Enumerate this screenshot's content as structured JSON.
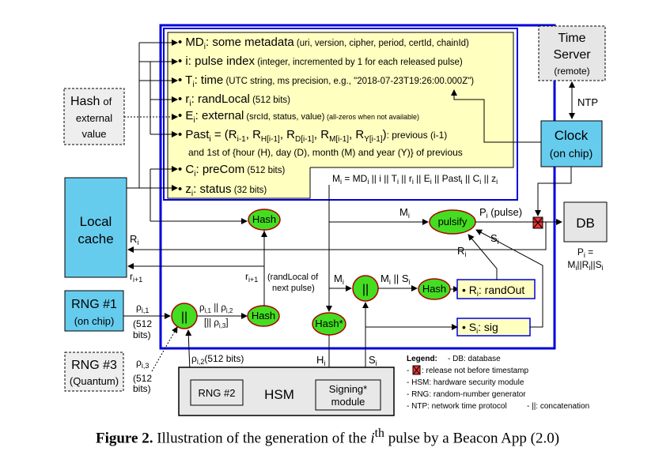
{
  "caption": {
    "label": "Figure 2.",
    "prefix": "Illustration of the generation of the",
    "var": "i",
    "sup": "th",
    "suffix": "pulse by a Beacon App (2.0)"
  },
  "fields": [
    {
      "sym": "MD",
      "sub": "i",
      "name": ": some metadata",
      "desc": " (uri, version, cipher, period, certId, chainId)"
    },
    {
      "sym": "i",
      "sub": "",
      "name": ": pulse index",
      "desc": " (integer, incremented by 1 for each released pulse)"
    },
    {
      "sym": "T",
      "sub": "i",
      "name": ": time",
      "desc": " (UTC string, ms precision, e.g., \"2018-07-23T19:26:00.000Z\")"
    },
    {
      "sym": "r",
      "sub": "i",
      "name": ": randLocal",
      "desc": " (512 bits)"
    },
    {
      "sym": "E",
      "sub": "i",
      "name": ": external",
      "desc": " (srcId, status, value)",
      "desc2": " (all-zeros when not available)"
    },
    {
      "sym": "C",
      "sub": "i",
      "name": ": preCom",
      "desc": " (512 bits)"
    },
    {
      "sym": "z",
      "sub": "i",
      "name": ": status",
      "desc": " (32 bits)"
    }
  ],
  "past": {
    "sym": "Past",
    "sub": "i",
    "eq": " = (R",
    "terms": [
      "i-1",
      "H[i-1]",
      "D[i-1]",
      "M[i-1]",
      "Y[i-1]"
    ],
    "tail": ": previous (i-1)",
    "line2": "and 1st of {hour (H), day (D), month (M) and year (Y)} of previous"
  },
  "m_equation": "M",
  "m_equation_rest": " = MD",
  "m_equation_tail": " || i || T",
  "m_parts": [
    " || r",
    " || E",
    " || Past",
    " || C",
    " || z"
  ],
  "boxes": {
    "time_server": [
      "Time",
      "Server",
      "(remote)"
    ],
    "ntp": "NTP",
    "clock": [
      "Clock",
      "(on chip)"
    ],
    "hash_external": [
      "Hash",
      "of",
      "external",
      "value"
    ],
    "local_cache": [
      "Local",
      "cache"
    ],
    "rng1": [
      "RNG #1",
      "(on chip)"
    ],
    "rng3": [
      "RNG #3",
      "(Quantum)"
    ],
    "rng2": "RNG #2",
    "hsm": "HSM",
    "signing": [
      "Signing*",
      "module"
    ],
    "db": "DB",
    "db_eq": [
      "P",
      " =",
      "M",
      "||R",
      "||S"
    ]
  },
  "nodes": {
    "hash": "Hash",
    "hash_star": "Hash*",
    "concat": "||",
    "pulsify": "pulsify"
  },
  "labels": {
    "rho1": "ρ",
    "rho1_sub": "i,1",
    "bits512": "(512",
    "bits": "bits)",
    "rho3": "ρ",
    "rho3_sub": "i,3",
    "rho2_text": "(512 bits)",
    "concat_out_a": "ρ",
    "concat_out_b": " || ρ",
    "concat_out_c": "[|| ρ",
    "concat_out_d": "]",
    "ri1": "r",
    "ri1_sub": "i+1",
    "randlocal_note": [
      "(randLocal of",
      "next pulse)"
    ],
    "Ri": "R",
    "Mi": "M",
    "Pi_pulse": " (pulse)",
    "Si": "S",
    "Hi": "H",
    "MiSi": " || S",
    "randout": ": randOut",
    "sig": ": sig"
  },
  "legend": {
    "title": "Legend:",
    "items": [
      "- DB: database",
      ": release not before timestamp",
      "- HSM: hardware security module",
      "- RNG: random-number generator",
      "- NTP: network time protocol",
      "- ||: concatenation"
    ]
  }
}
